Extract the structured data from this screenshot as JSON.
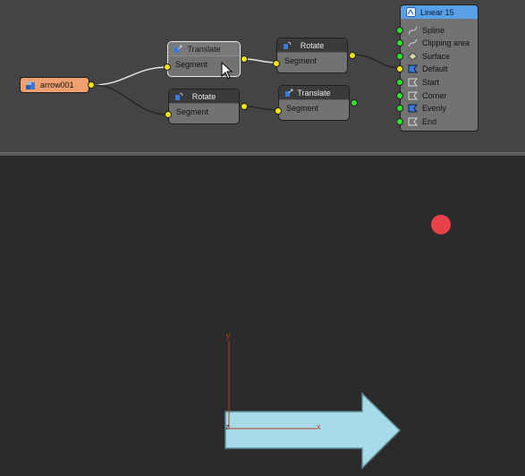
{
  "nodes": {
    "arrow": {
      "label": "arrow001"
    },
    "translate_top": {
      "title": "Translate",
      "row": "Segment"
    },
    "rotate_bottom": {
      "title": "Rotate",
      "row": "Segment"
    },
    "rotate_right": {
      "title": "Rotate",
      "row": "Segment"
    },
    "translate_right": {
      "title": "Translate",
      "row": "Segment"
    },
    "linear": {
      "title": "Linear 15",
      "rows": [
        "Spline",
        "Clipping area",
        "Surface",
        "Default",
        "Start",
        "Corner",
        "Evenly",
        "End"
      ]
    }
  },
  "viewport": {
    "axis_x": "x",
    "axis_y": "y",
    "axis_z": "z",
    "colors": {
      "arrow_fill": "#a6dce8",
      "arrow_stroke": "#5e8a96",
      "dot": "#e8414a",
      "axis": "#c0392b"
    }
  },
  "icons": [
    "translate-icon",
    "rotate-icon",
    "arrow-object-icon",
    "linear-array-icon",
    "spline-icon",
    "clipping-icon",
    "surface-icon",
    "default-icon",
    "start-icon",
    "corner-icon",
    "evenly-icon",
    "end-icon",
    "cursor-icon"
  ]
}
